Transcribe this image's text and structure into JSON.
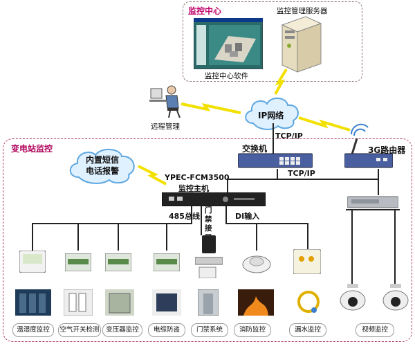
{
  "center": {
    "title": "监控中心",
    "server_label": "监控管理服务器",
    "software_label": "监控中心软件"
  },
  "remote_label": "远程管理",
  "ip_network": "IP网络",
  "substation": {
    "title": "变电站监控",
    "switch_label": "交换机",
    "router_label": "3G路由器",
    "tcpip_top": "TCP/IP",
    "tcpip_bus": "TCP/IP",
    "sms_alarm": [
      "内置短信",
      "电话报警"
    ],
    "host_model": "YPEC-FCM3500",
    "host_label": "监控主机",
    "bus_485": "485总线",
    "door_interface": [
      "门",
      "禁",
      "接",
      "口"
    ],
    "di_input": "DI输入"
  },
  "subsystems": [
    {
      "label": "温湿度监控"
    },
    {
      "label": "空气开关检测"
    },
    {
      "label": "变压器监控"
    },
    {
      "label": "电缆防盗"
    },
    {
      "label": "门禁系统"
    },
    {
      "label": "消防监控"
    },
    {
      "label": "漏水监控"
    },
    {
      "label": "视频监控"
    }
  ],
  "colors": {
    "center_title": "#c0006a",
    "substation_title": "#b0005a",
    "cloud_fill": "#dff0ff",
    "cloud_stroke": "#5ea7e0",
    "lightning": "#f2e000"
  }
}
